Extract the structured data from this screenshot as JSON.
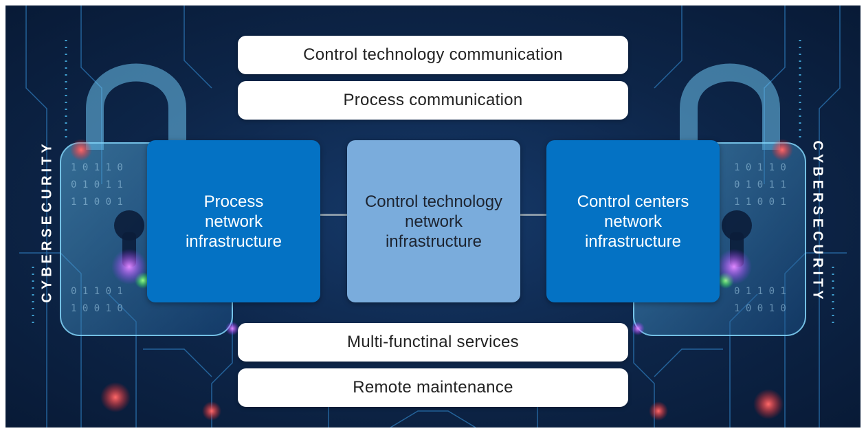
{
  "side_labels": {
    "left": "CYBERSECURITY",
    "right": "CYBERSECURITY"
  },
  "top_layers": [
    "Control technology communication",
    "Process communication"
  ],
  "infrastructure_boxes": [
    "Process\nnetwork\ninfrastructure",
    "Control technology\nnetwork\ninfrastructure",
    "Control centers\nnetwork\ninfrastructure"
  ],
  "bottom_layers": [
    "Multi-functinal services",
    "Remote maintenance"
  ],
  "colors": {
    "background": "#0d2548",
    "box_dark": "#0472c4",
    "box_light": "#7aacdc",
    "pill": "#ffffff",
    "accent_glow": "#3fd0ff"
  }
}
